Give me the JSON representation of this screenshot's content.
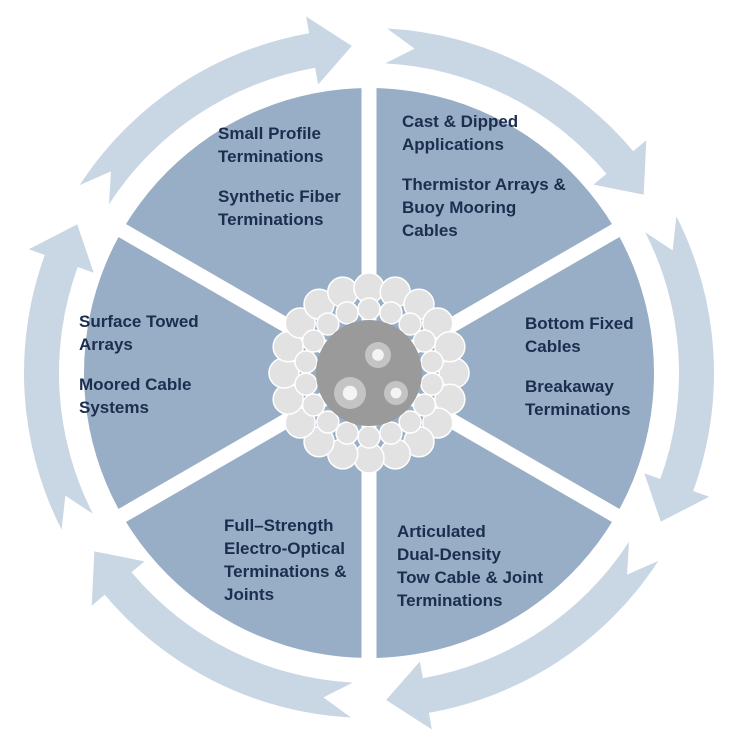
{
  "colors": {
    "segment": "#98adc6",
    "ring": "#c9d6e4",
    "separator": "#ffffff",
    "cable_core": "#9a9a9a",
    "cable_strand": "#e2e2e2",
    "text": "#1c2d4e"
  },
  "segments": [
    {
      "id": "top-left",
      "lines": [
        "Small Profile",
        "Terminations",
        "",
        "Synthetic Fiber",
        "Terminations"
      ]
    },
    {
      "id": "top-right",
      "lines": [
        "Cast & Dipped",
        "Applications",
        "",
        "Thermistor Arrays &",
        "Buoy Mooring",
        "Cables"
      ]
    },
    {
      "id": "right",
      "lines": [
        "Bottom Fixed",
        "Cables",
        "",
        "Breakaway",
        "Terminations"
      ]
    },
    {
      "id": "bottom-right",
      "lines": [
        "Articulated",
        "Dual-Density",
        "Tow Cable & Joint",
        "Terminations"
      ]
    },
    {
      "id": "bottom-left",
      "lines": [
        "Full–Strength",
        "Electro-Optical",
        "Terminations &",
        "Joints"
      ]
    },
    {
      "id": "left",
      "lines": [
        "Surface Towed",
        "Arrays",
        "",
        "Moored Cable",
        "Systems"
      ]
    }
  ]
}
